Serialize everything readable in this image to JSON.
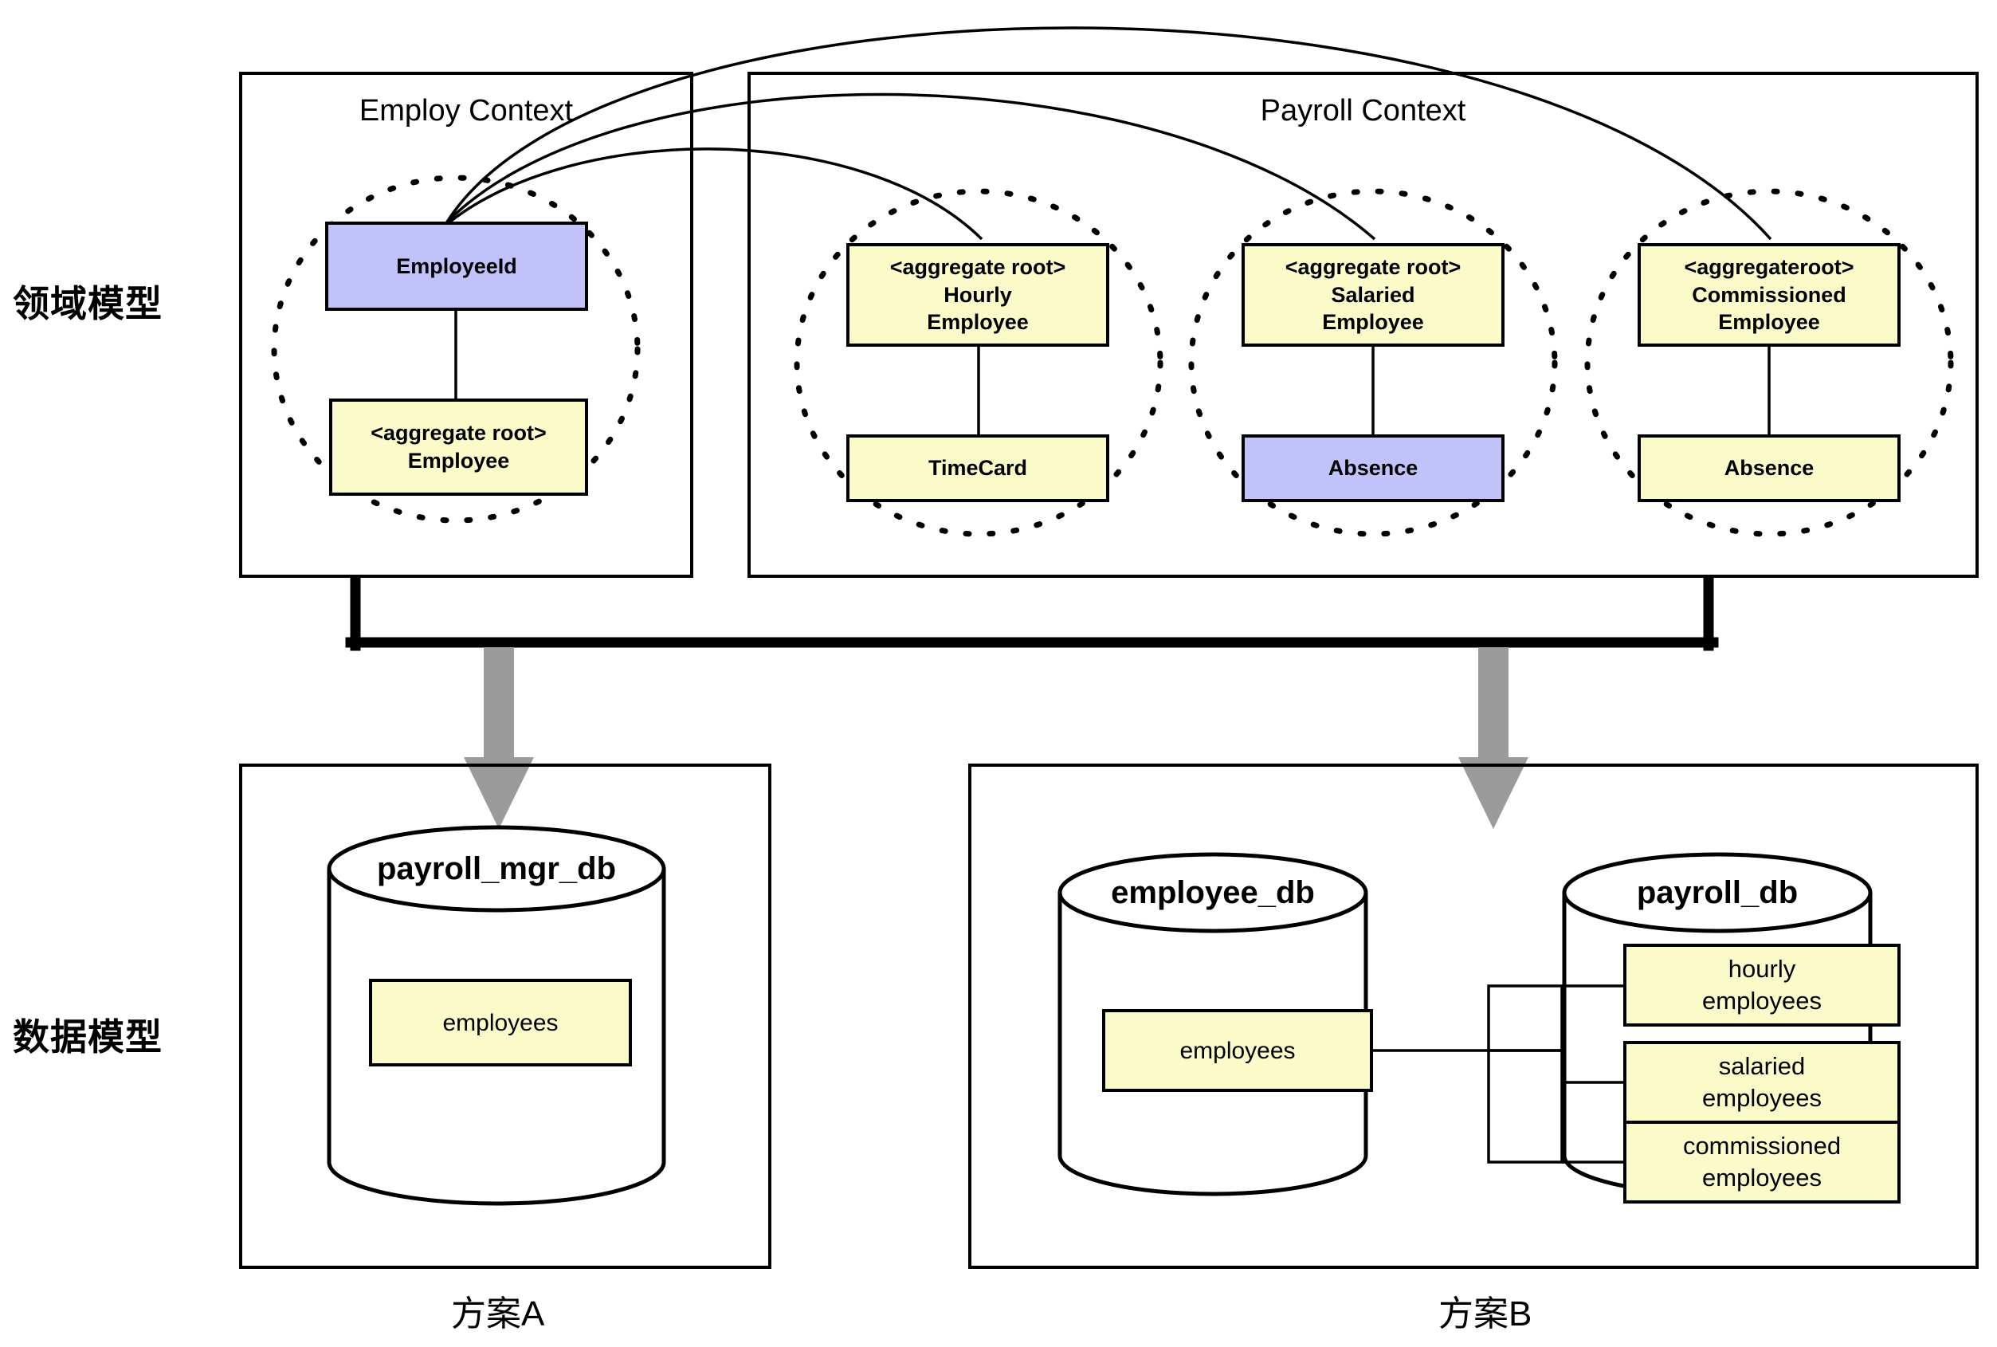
{
  "rows": [
    {
      "id": "domain-model",
      "label": "领域模型"
    },
    {
      "id": "data-model",
      "label": "数据模型"
    }
  ],
  "plans": [
    {
      "id": "plan-a",
      "label": "方案A"
    },
    {
      "id": "plan-b",
      "label": "方案B"
    }
  ],
  "contexts": [
    {
      "id": "employ-context",
      "title": "Employ Context"
    },
    {
      "id": "payroll-context",
      "title": "Payroll Context"
    }
  ],
  "aggregates": [
    {
      "id": "employee-aggregate",
      "context": "employ-context",
      "root": {
        "stereotype": "<aggregate root>",
        "name": "Employee",
        "color": "yellow"
      },
      "child": {
        "name": "EmployeeId",
        "color": "purple"
      }
    },
    {
      "id": "hourly-employee-aggregate",
      "context": "payroll-context",
      "root": {
        "stereotype": "<aggregate root>",
        "line1": "Hourly",
        "line2": "Employee",
        "color": "yellow"
      },
      "child": {
        "name": "TimeCard",
        "color": "yellow"
      }
    },
    {
      "id": "salaried-employee-aggregate",
      "context": "payroll-context",
      "root": {
        "stereotype": "<aggregate root>",
        "line1": "Salaried",
        "line2": "Employee",
        "color": "yellow"
      },
      "child": {
        "name": "Absence",
        "color": "purple"
      }
    },
    {
      "id": "commissioned-employee-aggregate",
      "context": "payroll-context",
      "root": {
        "stereotype": "<aggregateroot>",
        "line1": "Commissioned",
        "line2": "Employee",
        "color": "yellow"
      },
      "child": {
        "name": "Absence",
        "color": "yellow"
      }
    }
  ],
  "nodes": {
    "employee_id": "EmployeeId",
    "employee_root_stereotype": "<aggregate root>",
    "employee_root_name": "Employee",
    "hourly_stereotype": "<aggregate root>",
    "hourly_l1": "Hourly",
    "hourly_l2": "Employee",
    "timecard": "TimeCard",
    "salaried_stereotype": "<aggregate root>",
    "salaried_l1": "Salaried",
    "salaried_l2": "Employee",
    "absence_salaried": "Absence",
    "commissioned_stereotype": "<aggregateroot>",
    "commissioned_l1": "Commissioned",
    "commissioned_l2": "Employee",
    "absence_commissioned": "Absence"
  },
  "databases": [
    {
      "id": "payroll-mgr-db",
      "name": "payroll_mgr_db",
      "panel": "plan-a",
      "tables": [
        {
          "name": "employees"
        }
      ]
    },
    {
      "id": "employee-db",
      "name": "employee_db",
      "panel": "plan-b",
      "tables": [
        {
          "name": "employees"
        }
      ]
    },
    {
      "id": "payroll-db",
      "name": "payroll_db",
      "panel": "plan-b",
      "tables": [
        {
          "l1": "hourly",
          "l2": "employees"
        },
        {
          "l1": "salaried",
          "l2": "employees"
        },
        {
          "l1": "commissioned",
          "l2": "employees"
        }
      ]
    }
  ],
  "db_names": {
    "payroll_mgr_db": "payroll_mgr_db",
    "employee_db": "employee_db",
    "payroll_db": "payroll_db"
  },
  "tables": {
    "employees_a": "employees",
    "employees_b": "employees",
    "hourly_l1": "hourly",
    "hourly_l2": "employees",
    "salaried_l1": "salaried",
    "salaried_l2": "employees",
    "commissioned_l1": "commissioned",
    "commissioned_l2": "employees"
  },
  "colors": {
    "yellow_fill": "#fbfbca",
    "purple_fill": "#c2c2fa",
    "stroke": "#000000",
    "arrow_gray": "#9b9b9b",
    "background": "#ffffff"
  }
}
